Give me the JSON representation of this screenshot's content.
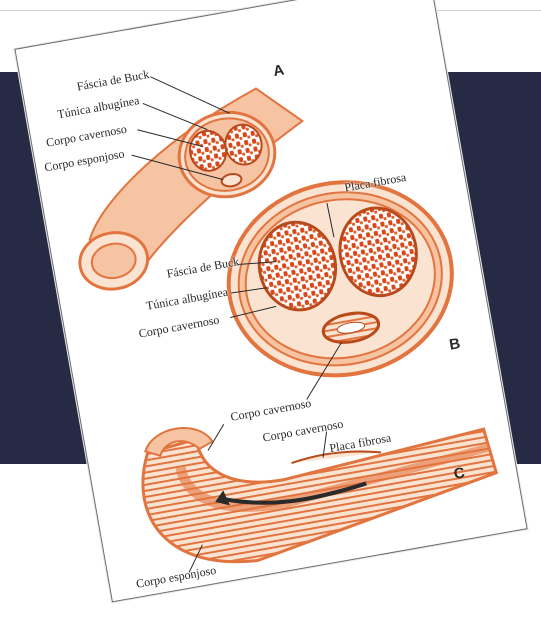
{
  "labels": {
    "a_fascia": "Fáscia de Buck",
    "a_tunica": "Túnica albugínea",
    "a_cavernoso": "Corpo cavernoso",
    "a_esponjoso": "Corpo esponjoso",
    "b_placa": "Placa fibrosa",
    "b_fascia": "Fáscia de Buck",
    "b_tunica": "Túnica albugínea",
    "b_cavernoso": "Corpo cavernoso",
    "b_cavernoso2": "Corpo cavernoso",
    "c_cavernoso": "Corpo cavernoso",
    "c_placa": "Placa fibrosa",
    "c_esponjoso": "Corpo esponjoso"
  },
  "panels": {
    "a": "A",
    "b": "B",
    "c": "C"
  },
  "colors": {
    "band": "#272a45",
    "tissue": "#e2743f",
    "tissue_light": "#f6c4a2",
    "tissue_pale": "#fbe3d2",
    "tissue_dark": "#b84a1c"
  }
}
